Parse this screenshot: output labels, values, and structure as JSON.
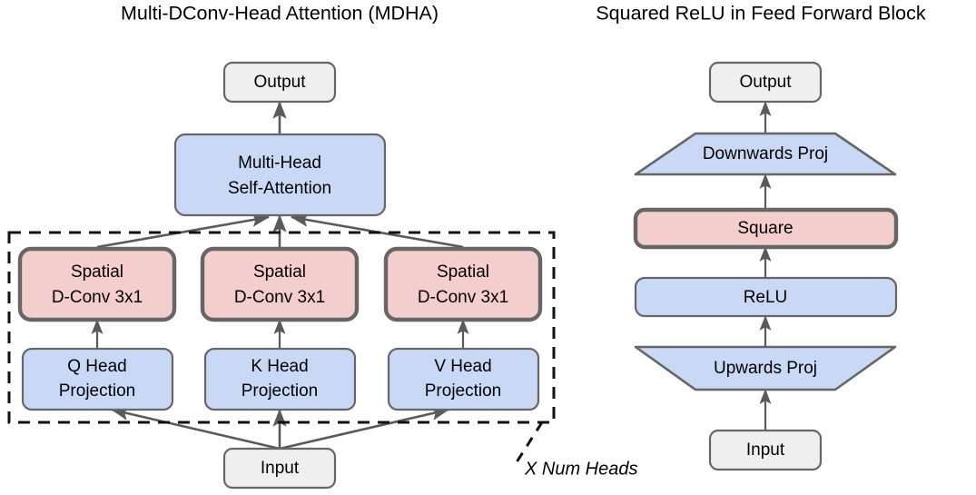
{
  "panels": [
    {
      "id": "mdha",
      "title": "Multi-DConv-Head Attention (MDHA)",
      "nodes": {
        "output": "Output",
        "attention": "Multi-Head\nSelf-Attention",
        "attention_line1": "Multi-Head",
        "attention_line2": "Self-Attention",
        "dconv_q_line1": "Spatial",
        "dconv_q_line2": "D-Conv 3x1",
        "dconv_k_line1": "Spatial",
        "dconv_k_line2": "D-Conv 3x1",
        "dconv_v_line1": "Spatial",
        "dconv_v_line2": "D-Conv 3x1",
        "proj_q_line1": "Q Head",
        "proj_q_line2": "Projection",
        "proj_k_line1": "K Head",
        "proj_k_line2": "Projection",
        "proj_v_line1": "V Head",
        "proj_v_line2": "Projection",
        "input": "Input"
      },
      "annotation": "X Num Heads"
    },
    {
      "id": "sqrelu",
      "title": "Squared ReLU in Feed Forward Block",
      "nodes": {
        "output": "Output",
        "down_proj": "Downwards Proj",
        "square": "Square",
        "relu": "ReLU",
        "up_proj": "Upwards Proj",
        "input": "Input"
      }
    }
  ],
  "colors": {
    "gray_fill": "#efefef",
    "blue_fill": "#c9d9f5",
    "pink_fill": "#f4cdcd",
    "border": "#666666",
    "edge": "#5a5a5a",
    "dashed": "#111111",
    "text": "#000000",
    "background": "#ffffff"
  }
}
